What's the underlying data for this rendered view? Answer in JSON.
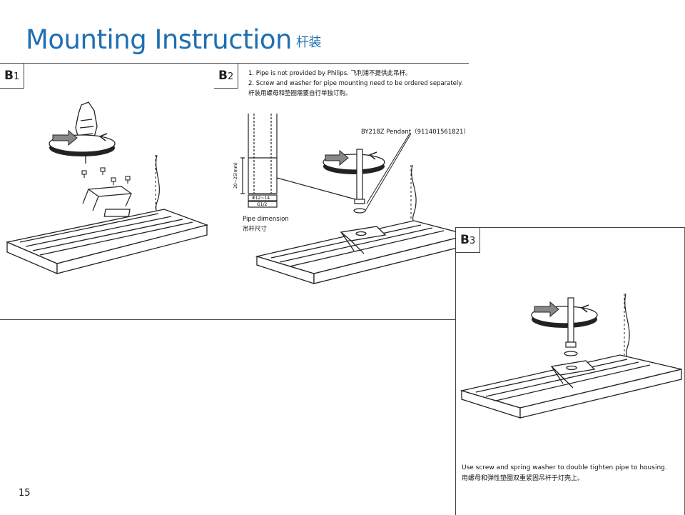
{
  "title": {
    "main": "Mounting Instruction",
    "sub": "杆装"
  },
  "page_number": "15",
  "b1": {
    "tag_main": "B",
    "tag_sub": "1"
  },
  "b2": {
    "tag_main": "B",
    "tag_sub": "2",
    "notes": [
      "1. Pipe is not provided by Philips. 飞利浦不提供此吊杆。",
      "2. Screw and washer for pipe mounting need to be ordered separately.",
      "杆装用螺母和垫圈需要自行单独订购。"
    ],
    "pendant_label": "BY218Z Pendant（911401561821）",
    "dim_height": "20~25(mm)",
    "dim_diameter": "Φ12~14",
    "dim_thread": "G1/2",
    "pipe_dimension_en": "Pipe dimension",
    "pipe_dimension_cn": "吊杆尺寸"
  },
  "b3": {
    "tag_main": "B",
    "tag_sub": "3",
    "caption_en": "Use screw and spring washer to double tighten pipe to housing.",
    "caption_cn": "用螺母和弹性垫圈双重紧固吊杆于灯壳上。"
  },
  "colors": {
    "title": "#1f6fb2",
    "line": "#222222",
    "border": "#444444"
  }
}
